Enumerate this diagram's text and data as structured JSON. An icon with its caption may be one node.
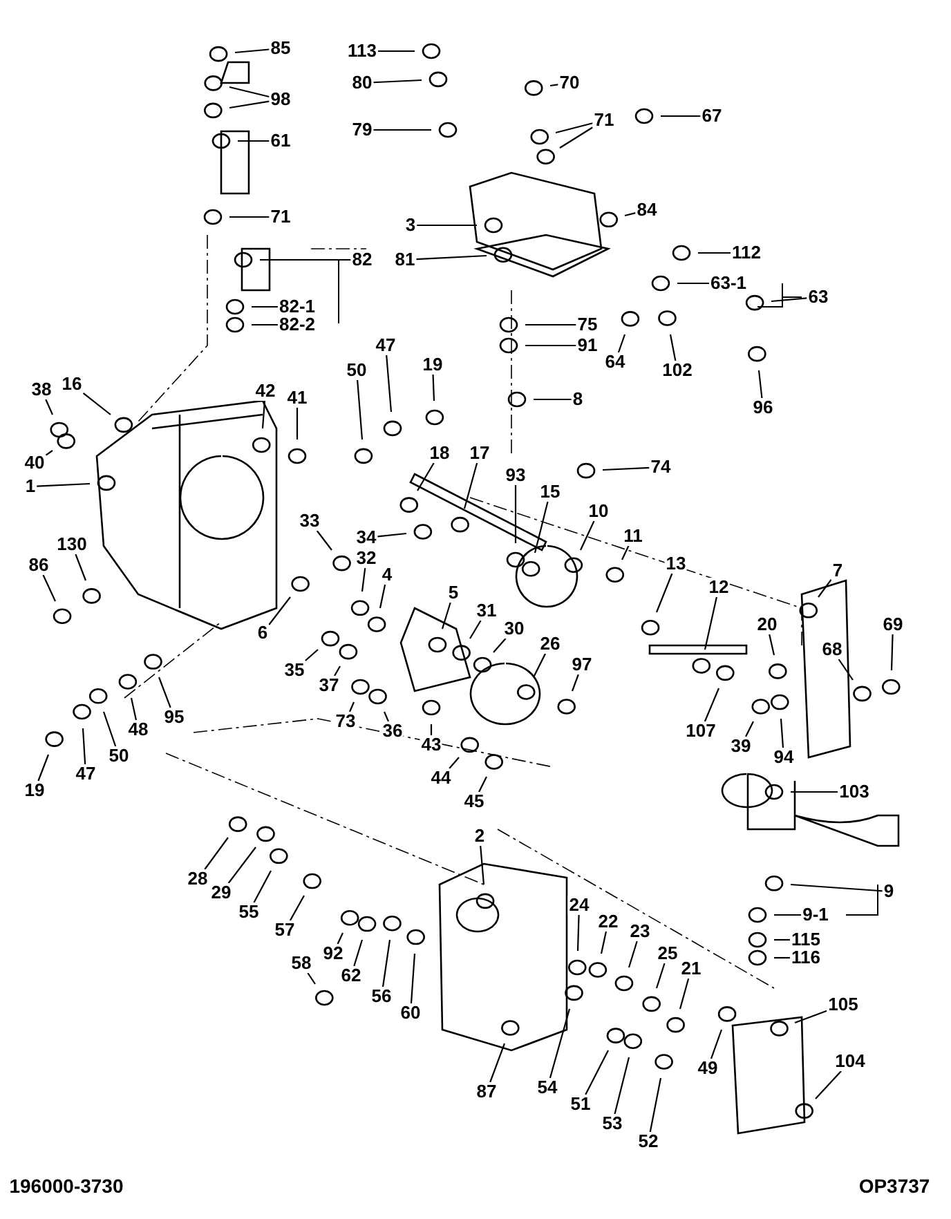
{
  "diagram": {
    "nodes": [
      {
        "text": [
          "85"
        ]
      },
      {
        "text": [
          "98"
        ]
      },
      {
        "text": [
          "61"
        ]
      },
      {
        "text": [
          "71"
        ]
      },
      {
        "text": [
          "82"
        ]
      },
      {
        "text": [
          "82-1"
        ]
      },
      {
        "text": [
          "82-2"
        ]
      },
      {
        "text": [
          "113"
        ]
      },
      {
        "text": [
          "80"
        ]
      },
      {
        "text": [
          "79"
        ]
      },
      {
        "text": [
          "70"
        ]
      },
      {
        "text": [
          "71"
        ]
      },
      {
        "text": [
          "67"
        ]
      },
      {
        "text": [
          "3"
        ]
      },
      {
        "text": [
          "84"
        ]
      },
      {
        "text": [
          "81"
        ]
      },
      {
        "text": [
          "112"
        ]
      },
      {
        "text": [
          "63-1"
        ]
      },
      {
        "text": [
          "63"
        ]
      },
      {
        "text": [
          "75"
        ]
      },
      {
        "text": [
          "91"
        ]
      },
      {
        "text": [
          "64"
        ]
      },
      {
        "text": [
          "102"
        ]
      },
      {
        "text": [
          "96"
        ]
      },
      {
        "text": [
          "8"
        ]
      },
      {
        "text": [
          "50"
        ]
      },
      {
        "text": [
          "47"
        ]
      },
      {
        "text": [
          "19"
        ]
      },
      {
        "text": [
          "38"
        ]
      },
      {
        "text": [
          "16"
        ]
      },
      {
        "text": [
          "42"
        ]
      },
      {
        "text": [
          "41"
        ]
      },
      {
        "text": [
          "40"
        ]
      },
      {
        "text": [
          "1"
        ]
      },
      {
        "text": [
          "18"
        ]
      },
      {
        "text": [
          "17"
        ]
      },
      {
        "text": [
          "93"
        ]
      },
      {
        "text": [
          "74"
        ]
      },
      {
        "text": [
          "15"
        ]
      },
      {
        "text": [
          "10"
        ]
      },
      {
        "text": [
          "11"
        ]
      },
      {
        "text": [
          "7"
        ]
      },
      {
        "text": [
          "33"
        ]
      },
      {
        "text": [
          "34"
        ]
      },
      {
        "text": [
          "32"
        ]
      },
      {
        "text": [
          "4"
        ]
      },
      {
        "text": [
          "130"
        ]
      },
      {
        "text": [
          "86"
        ]
      },
      {
        "text": [
          "13"
        ]
      },
      {
        "text": [
          "12"
        ]
      },
      {
        "text": [
          "20"
        ]
      },
      {
        "text": [
          "68"
        ]
      },
      {
        "text": [
          "69"
        ]
      },
      {
        "text": [
          "5"
        ]
      },
      {
        "text": [
          "31"
        ]
      },
      {
        "text": [
          "30"
        ]
      },
      {
        "text": [
          "26"
        ]
      },
      {
        "text": [
          "97"
        ]
      },
      {
        "text": [
          "6"
        ]
      },
      {
        "text": [
          "35"
        ]
      },
      {
        "text": [
          "37"
        ]
      },
      {
        "text": [
          "73"
        ]
      },
      {
        "text": [
          "36"
        ]
      },
      {
        "text": [
          "107"
        ]
      },
      {
        "text": [
          "39"
        ]
      },
      {
        "text": [
          "94"
        ]
      },
      {
        "text": [
          "95"
        ]
      },
      {
        "text": [
          "48"
        ]
      },
      {
        "text": [
          "43"
        ]
      },
      {
        "text": [
          "44"
        ]
      },
      {
        "text": [
          "45"
        ]
      },
      {
        "text": [
          "50"
        ]
      },
      {
        "text": [
          "47"
        ]
      },
      {
        "text": [
          "19"
        ]
      },
      {
        "text": [
          "103"
        ]
      },
      {
        "text": [
          "2"
        ]
      },
      {
        "text": [
          "28"
        ]
      },
      {
        "text": [
          "29"
        ]
      },
      {
        "text": [
          "55"
        ]
      },
      {
        "text": [
          "9"
        ]
      },
      {
        "text": [
          "9-1"
        ]
      },
      {
        "text": [
          "115"
        ]
      },
      {
        "text": [
          "116"
        ]
      },
      {
        "text": [
          "57"
        ]
      },
      {
        "text": [
          "58"
        ]
      },
      {
        "text": [
          "92"
        ]
      },
      {
        "text": [
          "24"
        ]
      },
      {
        "text": [
          "22"
        ]
      },
      {
        "text": [
          "23"
        ]
      },
      {
        "text": [
          "25"
        ]
      },
      {
        "text": [
          "21"
        ]
      },
      {
        "text": [
          "105"
        ]
      },
      {
        "text": [
          "62"
        ]
      },
      {
        "text": [
          "56"
        ]
      },
      {
        "text": [
          "60"
        ]
      },
      {
        "text": [
          "49"
        ]
      },
      {
        "text": [
          "104"
        ]
      },
      {
        "text": [
          "87"
        ]
      },
      {
        "text": [
          "54"
        ]
      },
      {
        "text": [
          "51"
        ]
      },
      {
        "text": [
          "53"
        ]
      },
      {
        "text": [
          "52"
        ]
      }
    ],
    "edges": [
      {
        "from": 0,
        "to": null,
        "arrow": "none"
      },
      {
        "from": 1,
        "to": null,
        "arrow": "none"
      },
      {
        "from": 1,
        "to": null,
        "arrow": "none"
      },
      {
        "from": 2,
        "to": null,
        "arrow": "none"
      },
      {
        "from": 3,
        "to": null,
        "arrow": "none"
      },
      {
        "from": 4,
        "to": null,
        "arrow": "none"
      },
      {
        "from": 5,
        "to": null,
        "arrow": "none"
      },
      {
        "from": 6,
        "to": null,
        "arrow": "none"
      },
      {
        "from": 7,
        "to": null,
        "arrow": "none"
      },
      {
        "from": 8,
        "to": null,
        "arrow": "none"
      },
      {
        "from": 9,
        "to": null,
        "arrow": "none"
      },
      {
        "from": 10,
        "to": null,
        "arrow": "none"
      },
      {
        "from": 11,
        "to": null,
        "arrow": "none"
      },
      {
        "from": 11,
        "to": null,
        "arrow": "none"
      },
      {
        "from": 12,
        "to": null,
        "arrow": "none"
      },
      {
        "from": 13,
        "to": null,
        "arrow": "none"
      },
      {
        "from": 14,
        "to": null,
        "arrow": "none"
      },
      {
        "from": 15,
        "to": null,
        "arrow": "none"
      },
      {
        "from": 16,
        "to": null,
        "arrow": "none"
      },
      {
        "from": 17,
        "to": null,
        "arrow": "none"
      },
      {
        "from": 18,
        "to": null,
        "arrow": "none"
      },
      {
        "from": 19,
        "to": null,
        "arrow": "none"
      },
      {
        "from": 20,
        "to": null,
        "arrow": "none"
      },
      {
        "from": 21,
        "to": null,
        "arrow": "none"
      },
      {
        "from": 22,
        "to": null,
        "arrow": "none"
      },
      {
        "from": 23,
        "to": null,
        "arrow": "none"
      },
      {
        "from": 24,
        "to": null,
        "arrow": "none"
      },
      {
        "from": 25,
        "to": null,
        "arrow": "none"
      },
      {
        "from": 26,
        "to": null,
        "arrow": "none"
      },
      {
        "from": 27,
        "to": null,
        "arrow": "none"
      },
      {
        "from": 28,
        "to": null,
        "arrow": "none"
      },
      {
        "from": 29,
        "to": null,
        "arrow": "none"
      },
      {
        "from": 30,
        "to": null,
        "arrow": "none"
      },
      {
        "from": 31,
        "to": null,
        "arrow": "none"
      },
      {
        "from": 32,
        "to": null,
        "arrow": "none"
      },
      {
        "from": 33,
        "to": null,
        "arrow": "none"
      },
      {
        "from": 34,
        "to": null,
        "arrow": "none"
      },
      {
        "from": 35,
        "to": null,
        "arrow": "none"
      },
      {
        "from": 36,
        "to": null,
        "arrow": "none"
      },
      {
        "from": 37,
        "to": null,
        "arrow": "none"
      },
      {
        "from": 38,
        "to": null,
        "arrow": "none"
      },
      {
        "from": 39,
        "to": null,
        "arrow": "none"
      },
      {
        "from": 40,
        "to": null,
        "arrow": "none"
      },
      {
        "from": 41,
        "to": null,
        "arrow": "none"
      },
      {
        "from": 42,
        "to": null,
        "arrow": "none"
      },
      {
        "from": 43,
        "to": null,
        "arrow": "none"
      },
      {
        "from": 44,
        "to": null,
        "arrow": "none"
      },
      {
        "from": 45,
        "to": null,
        "arrow": "none"
      },
      {
        "from": 46,
        "to": null,
        "arrow": "none"
      },
      {
        "from": 47,
        "to": null,
        "arrow": "none"
      },
      {
        "from": 48,
        "to": null,
        "arrow": "none"
      },
      {
        "from": 49,
        "to": null,
        "arrow": "none"
      },
      {
        "from": 50,
        "to": null,
        "arrow": "none"
      },
      {
        "from": 51,
        "to": null,
        "arrow": "none"
      },
      {
        "from": 52,
        "to": null,
        "arrow": "none"
      },
      {
        "from": 53,
        "to": null,
        "arrow": "none"
      },
      {
        "from": 54,
        "to": null,
        "arrow": "none"
      },
      {
        "from": 55,
        "to": null,
        "arrow": "none"
      },
      {
        "from": 56,
        "to": null,
        "arrow": "none"
      },
      {
        "from": 57,
        "to": null,
        "arrow": "none"
      },
      {
        "from": 58,
        "to": null,
        "arrow": "none"
      },
      {
        "from": 59,
        "to": null,
        "arrow": "none"
      },
      {
        "from": 60,
        "to": null,
        "arrow": "none"
      },
      {
        "from": 61,
        "to": null,
        "arrow": "none"
      },
      {
        "from": 62,
        "to": null,
        "arrow": "none"
      },
      {
        "from": 63,
        "to": null,
        "arrow": "none"
      },
      {
        "from": 64,
        "to": null,
        "arrow": "none"
      },
      {
        "from": 65,
        "to": null,
        "arrow": "none"
      },
      {
        "from": 66,
        "to": null,
        "arrow": "none"
      },
      {
        "from": 67,
        "to": null,
        "arrow": "none"
      },
      {
        "from": 68,
        "to": null,
        "arrow": "none"
      },
      {
        "from": 69,
        "to": null,
        "arrow": "none"
      },
      {
        "from": 70,
        "to": null,
        "arrow": "none"
      },
      {
        "from": 71,
        "to": null,
        "arrow": "none"
      },
      {
        "from": 72,
        "to": null,
        "arrow": "none"
      },
      {
        "from": 73,
        "to": null,
        "arrow": "none"
      },
      {
        "from": 74,
        "to": null,
        "arrow": "none"
      },
      {
        "from": 75,
        "to": null,
        "arrow": "none"
      },
      {
        "from": 76,
        "to": null,
        "arrow": "none"
      },
      {
        "from": 77,
        "to": null,
        "arrow": "none"
      },
      {
        "from": 78,
        "to": null,
        "arrow": "none"
      },
      {
        "from": 79,
        "to": null,
        "arrow": "none"
      },
      {
        "from": 80,
        "to": null,
        "arrow": "none"
      },
      {
        "from": 81,
        "to": null,
        "arrow": "none"
      },
      {
        "from": 82,
        "to": null,
        "arrow": "none"
      },
      {
        "from": 83,
        "to": null,
        "arrow": "none"
      },
      {
        "from": 84,
        "to": null,
        "arrow": "none"
      },
      {
        "from": 85,
        "to": null,
        "arrow": "none"
      },
      {
        "from": 86,
        "to": null,
        "arrow": "none"
      },
      {
        "from": 87,
        "to": null,
        "arrow": "none"
      },
      {
        "from": 88,
        "to": null,
        "arrow": "none"
      },
      {
        "from": 89,
        "to": null,
        "arrow": "none"
      },
      {
        "from": 90,
        "to": null,
        "arrow": "none"
      },
      {
        "from": 91,
        "to": null,
        "arrow": "none"
      },
      {
        "from": 92,
        "to": null,
        "arrow": "none"
      },
      {
        "from": 93,
        "to": null,
        "arrow": "none"
      },
      {
        "from": 94,
        "to": null,
        "arrow": "none"
      },
      {
        "from": 95,
        "to": null,
        "arrow": "none"
      },
      {
        "from": 96,
        "to": null,
        "arrow": "none"
      },
      {
        "from": 97,
        "to": null,
        "arrow": "none"
      },
      {
        "from": 98,
        "to": null,
        "arrow": "none"
      },
      {
        "from": 99,
        "to": null,
        "arrow": "none"
      },
      {
        "from": 100,
        "to": null,
        "arrow": "none"
      },
      {
        "from": 101,
        "to": null,
        "arrow": "none"
      }
    ],
    "labels": [
      "196000-3730",
      "OP3737"
    ]
  }
}
